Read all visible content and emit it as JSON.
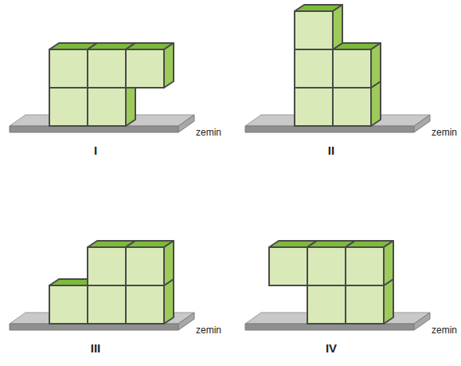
{
  "diagram": {
    "labels": [
      "I",
      "zemin",
      "II",
      "zemin",
      "III",
      "zemin",
      "IV",
      "zemin"
    ]
  }
}
